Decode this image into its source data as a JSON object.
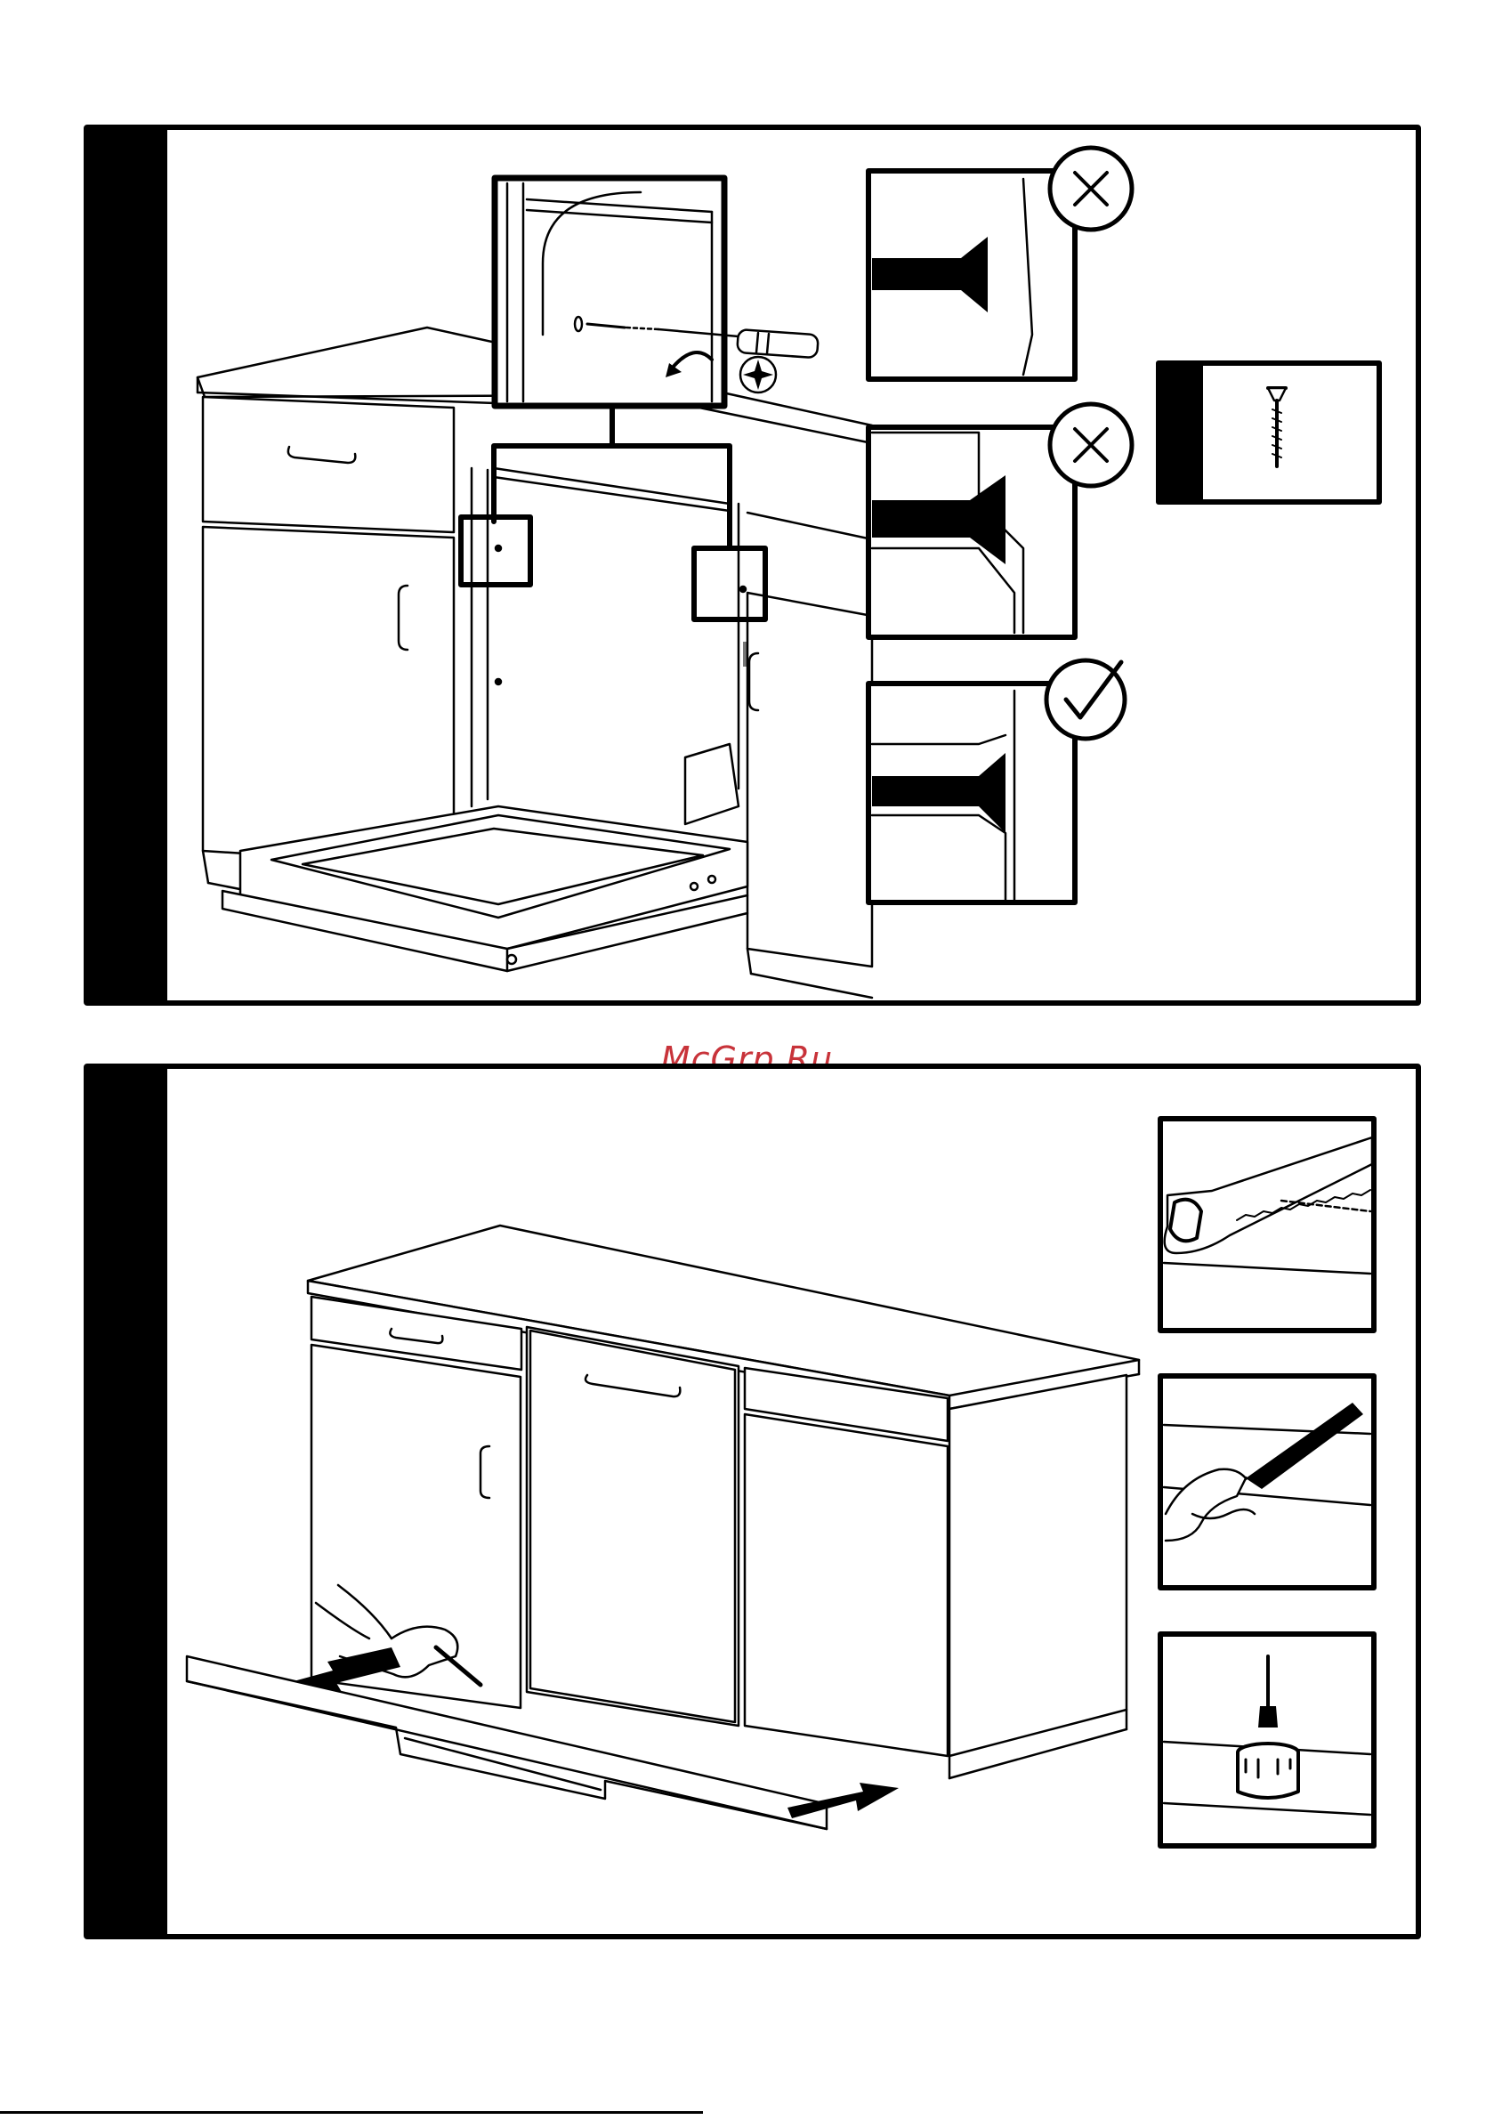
{
  "page": {
    "background": "#ffffff",
    "line_color": "#000000"
  },
  "watermark": {
    "text": "McGrp.Ru",
    "color": "#c8333a"
  },
  "panel_top": {
    "detail_inset_icons": [
      "screwdriver-icon",
      "phillips-cross-icon",
      "rotate-arrow-icon"
    ],
    "check_insets": [
      {
        "result": "wrong",
        "icon": "cross-circle-icon"
      },
      {
        "result": "wrong",
        "icon": "cross-circle-icon"
      },
      {
        "result": "correct",
        "icon": "check-circle-icon"
      }
    ],
    "part_icon": "countersunk-screw-icon"
  },
  "panel_bottom": {
    "tool_icons": [
      "saw-icon",
      "file-rasp-icon",
      "paint-brush-pot-icon"
    ],
    "arrows": 2
  }
}
